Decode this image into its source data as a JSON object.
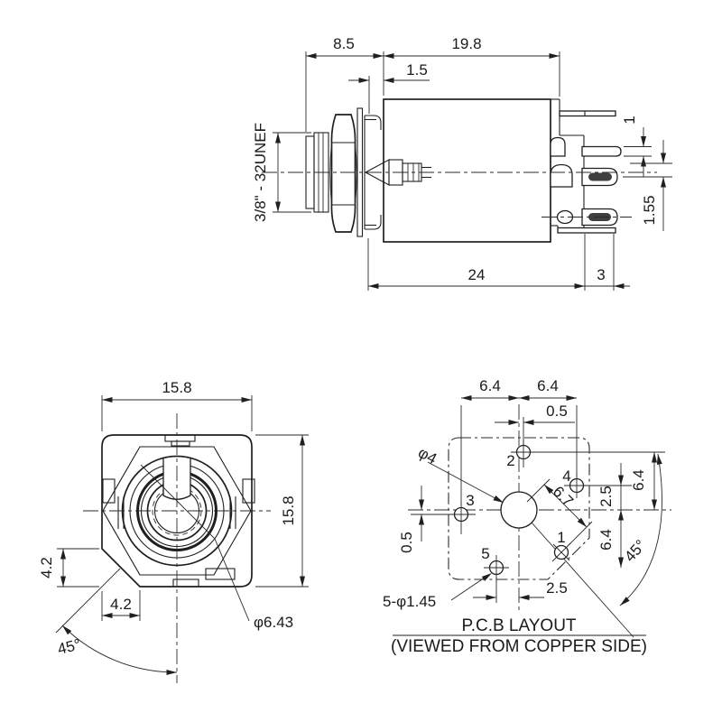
{
  "side_view": {
    "dim_85": "8.5",
    "dim_198": "19.8",
    "dim_15": "1.5",
    "thread_spec": "3/8\" - 32UNEF",
    "dim_pin_thk": "1",
    "dim_155": "1.55",
    "dim_24": "24",
    "dim_3": "3"
  },
  "front_view": {
    "dim_width": "15.8",
    "dim_height": "15.8",
    "dim_chamfer_v": "4.2",
    "dim_chamfer_h": "4.2",
    "dim_angle": "45°",
    "dim_bore": "φ6.43"
  },
  "pcb_view": {
    "dim_pitch_left": "6.4",
    "dim_pitch_right": "6.4",
    "dim_offset_top": "0.5",
    "dim_center_hole": "φ4",
    "dim_diag": "6.7",
    "dim_25_right": "2.5",
    "dim_64_right_inner": "6.4",
    "dim_64_right_outer": "6.4",
    "dim_angle": "45°",
    "dim_offset_left": "0.5",
    "dim_25_bottom": "2.5",
    "dim_holes": "5-φ1.45",
    "pin_1": "1",
    "pin_2": "2",
    "pin_3": "3",
    "pin_4": "4",
    "pin_5": "5",
    "caption_line1": "P.C.B LAYOUT",
    "caption_line2": "(VIEWED FROM COPPER SIDE)"
  }
}
